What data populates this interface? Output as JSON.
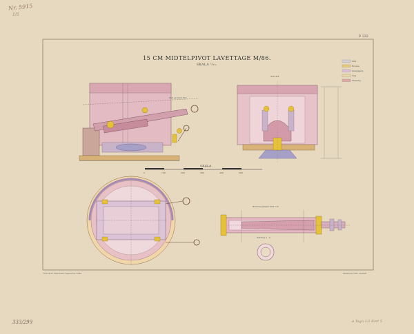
{
  "sheet": {
    "title": "15 CM MIDTELPIVOT LAVETTAGE M/86.",
    "scale_subtitle": "SKALA ¹⁄₁₅.",
    "plate_number": "P. 333",
    "inventory_top": "Nr. 5915",
    "inventory_top_sub": "1/5",
    "inventory_bottom_left": "333/299",
    "inventory_bottom_right": "ø Tegn 1/2 Kort 5",
    "imprint_left": "Tryk & lit. Marinens Tegnestue 1888",
    "imprint_right": "Marinens Lith. Anstalt"
  },
  "scale_bar": {
    "label": "SKALA",
    "ticks": [
      "0",
      "100",
      "200",
      "300",
      "400",
      "500"
    ]
  },
  "legend": [
    {
      "label": "Stål",
      "color": "#d7d0d4"
    },
    {
      "label": "Bronze",
      "color": "#e9c979"
    },
    {
      "label": "Smedejern",
      "color": "#dfbfd4"
    },
    {
      "label": "Træ",
      "color": "#efd7a6"
    },
    {
      "label": "Messing",
      "color": "#e2a7a0"
    }
  ],
  "labels": {
    "side_view_top": "Snit gennem Ror",
    "front_view_top": "Snit A-B",
    "cylinder_caption": "Bremsecylinder Snit C-D",
    "ring_caption": "Pakning a - b"
  },
  "colors": {
    "paper": "#e9dcc4",
    "frame_line": "#8b7a6a",
    "steel_pink": "#d9a6b3",
    "bronze_yellow": "#e6c23a",
    "wood_tan": "#d9b277",
    "wrought_purple": "#b49ab8"
  }
}
